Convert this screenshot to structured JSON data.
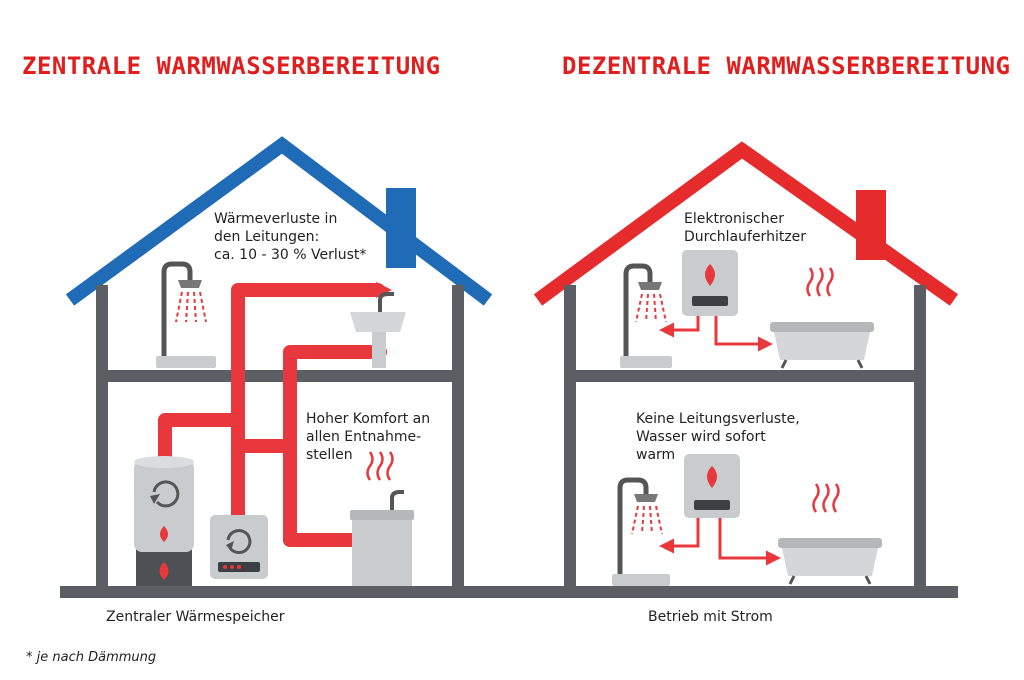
{
  "titles": {
    "left": "ZENTRALE WARMWASSERBEREITUNG",
    "right": "DEZENTRALE WARMWASSERBEREITUNG"
  },
  "left_house": {
    "loss_label": "Wärmeverluste in\nden Leitungen:\nca. 10 - 30 % Verlust*",
    "comfort_label": "Hoher Komfort an\nallen Entnahme-\nstellen",
    "caption": "Zentraler Wärmespeicher",
    "roof_color": "#1f6bb5"
  },
  "right_house": {
    "heater_label": "Elektronischer\nDurchlauferhitzer",
    "no_loss_label": "Keine Leitungsverluste,\nWasser wird sofort\nwarm",
    "caption": "Betrieb mit Strom",
    "roof_color": "#e52b2b"
  },
  "footnote": "* je nach Dämmung",
  "colors": {
    "pipe": "#e8383d",
    "structure": "#5b5e63",
    "accent": "#e01e1e",
    "fixture": "#c9cccf"
  },
  "icons": [
    "shower-icon",
    "sink-icon",
    "flame-icon",
    "refresh-icon",
    "heat-waves-icon",
    "bathtub-icon",
    "water-heater-icon"
  ]
}
